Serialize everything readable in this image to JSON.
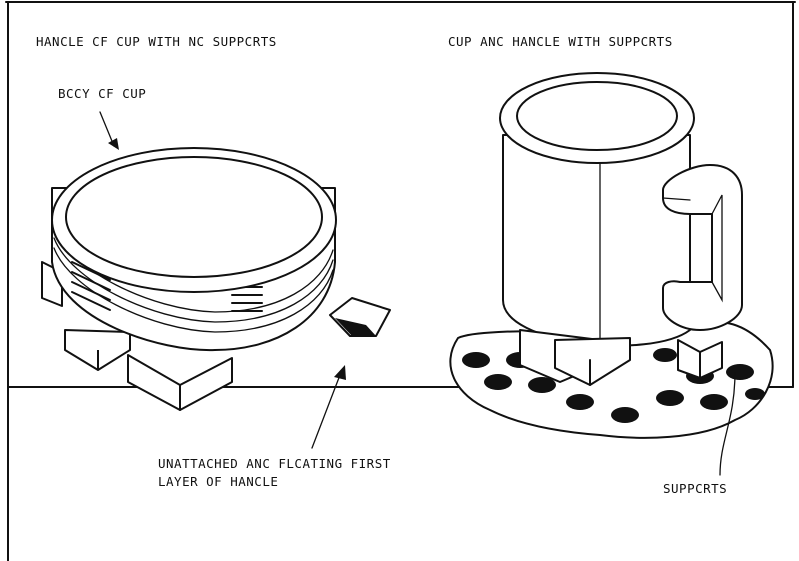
{
  "labels": {
    "title_left": "HANCLE CF CUP WITH NC SUPPCRTS",
    "title_right": "CUP ANC HANCLE WITH SUPPCRTS",
    "body_of_cup": "BCCY CF CUP",
    "floating_line1": "UNATTACHED ANC FLCATING FIRST",
    "floating_line2": "LAYER OF HANCLE",
    "supports": "SUPPCRTS"
  },
  "colors": {
    "ink": "#111111",
    "paper": "#ffffff"
  }
}
